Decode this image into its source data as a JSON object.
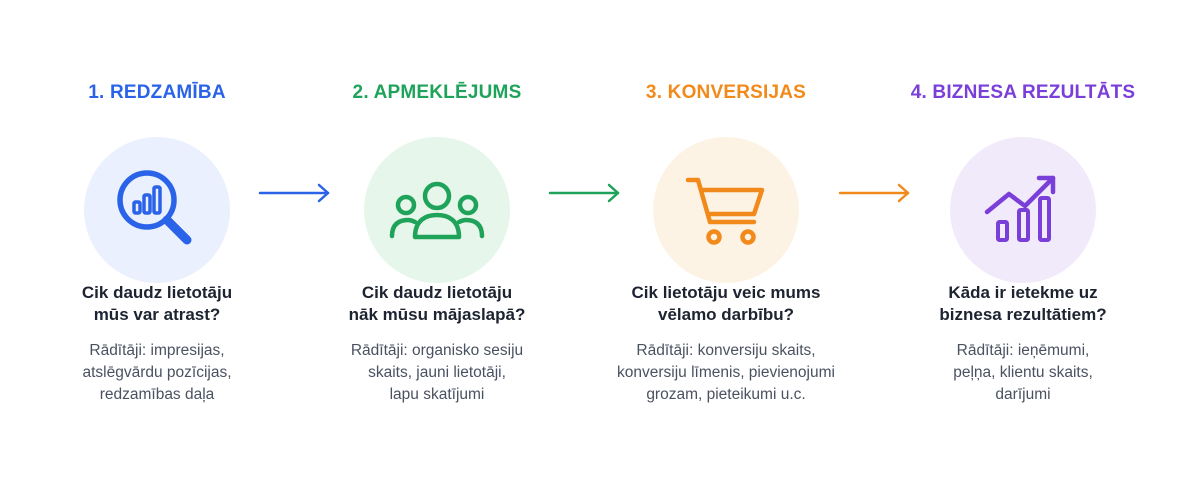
{
  "steps": [
    {
      "title": "1. REDZAMĪBA",
      "color": "#2b63e8",
      "bg": "#eaf0fd",
      "icon": "magnifier-chart-icon",
      "question": [
        "Cik daudz lietotāju",
        "mūs var atrast?"
      ],
      "metrics": [
        "Rādītāji: impresijas,",
        "atslēgvārdu pozīcijas,",
        "redzamības daļa"
      ]
    },
    {
      "title": "2. APMEKLĒJUMS",
      "color": "#1fa35a",
      "bg": "#e6f6ea",
      "icon": "users-group-icon",
      "question": [
        "Cik daudz lietotāju",
        "nāk mūsu mājaslapā?"
      ],
      "metrics": [
        "Rādītāji: organisko sesiju",
        "skaits, jauni lietotāji,",
        "lapu skatījumi"
      ]
    },
    {
      "title": "3. KONVERSIJAS",
      "color": "#f28a1b",
      "bg": "#fdf3e4",
      "icon": "shopping-cart-icon",
      "question": [
        "Cik lietotāju veic mums",
        "vēlamo darbību?"
      ],
      "metrics": [
        "Rādītāji: konversiju skaits,",
        "konversiju līmenis, pievienojumi",
        "grozam, pieteikumi u.c."
      ]
    },
    {
      "title": "4. BIZNESA REZULTĀTS",
      "color": "#7a3fd8",
      "bg": "#f1eafb",
      "icon": "growth-chart-icon",
      "question": [
        "Kāda ir ietekme uz",
        "biznesa rezultātiem?"
      ],
      "metrics": [
        "Rādītāji: ieņēmumi,",
        "peļņa, klientu skaits,",
        "darījumi"
      ]
    }
  ],
  "arrows": [
    {
      "color": "#2b63e8",
      "icon": "arrow-right-icon"
    },
    {
      "color": "#1fa35a",
      "icon": "arrow-right-icon"
    },
    {
      "color": "#f28a1b",
      "icon": "arrow-right-icon"
    }
  ]
}
